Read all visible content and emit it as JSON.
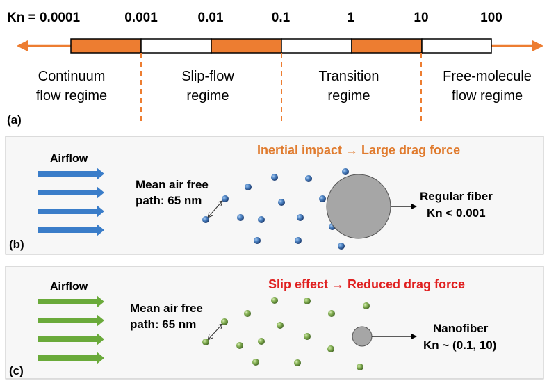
{
  "panel_a": {
    "kn_ticks": [
      "Kn = 0.0001",
      "0.001",
      "0.01",
      "0.1",
      "1",
      "10",
      "100"
    ],
    "regimes": [
      {
        "line1": "Continuum",
        "line2": "flow regime"
      },
      {
        "line1": "Slip-flow",
        "line2": "regime"
      },
      {
        "line1": "Transition",
        "line2": "regime"
      },
      {
        "line1": "Free-molecule",
        "line2": "flow regime"
      }
    ],
    "tag": "(a)"
  },
  "panel_b": {
    "airflow_label": "Airflow",
    "path_line1": "Mean air free",
    "path_line2": "path: 65 nm",
    "headline": "Inertial impact → Large drag force",
    "fiber_line1": "Regular fiber",
    "fiber_line2": "Kn < 0.001",
    "tag": "(b)"
  },
  "panel_c": {
    "airflow_label": "Airflow",
    "path_line1": "Mean air free",
    "path_line2": "path: 65 nm",
    "headline": "Slip effect → Reduced drag force",
    "fiber_line1": "Nanofiber",
    "fiber_line2": "Kn ~ (0.1, 10)",
    "tag": "(c)"
  },
  "colors": {
    "accent_orange": "#ed7d31",
    "headline_orange": "#e07b2e",
    "headline_red": "#e02020",
    "arrow_blue": "#3a7dc9",
    "arrow_green": "#6aaa3a",
    "particle_blue": "#2f5f9e",
    "particle_green": "#5f8f3a",
    "fiber_gray": "#a6a6a6"
  }
}
